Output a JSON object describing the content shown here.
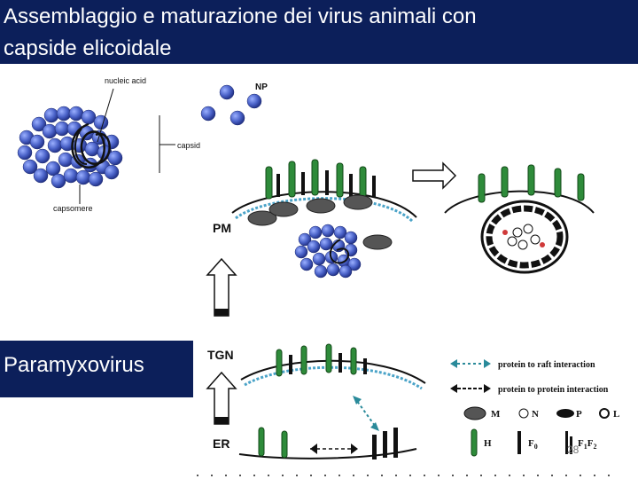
{
  "slide": {
    "title_line1": "Assemblaggio  e maturazione dei virus animali con",
    "title_line2": "capside elicoidale",
    "side_label": "Paramyxovirus",
    "page_number": "28"
  },
  "figure": {
    "labels": {
      "nucleic_acid": "nucleic acid",
      "capsid": "capsid",
      "capsomere": "capsomere",
      "np": "NP",
      "pm": "PM",
      "tgn": "TGN",
      "er": "ER"
    },
    "legend": {
      "raft_interaction": "protein to raft interaction",
      "protein_interaction": "protein to protein interaction",
      "m": "M",
      "n": "N",
      "p": "P",
      "l": "L",
      "h": "H",
      "f0": "F",
      "f0_sub": "0",
      "f1f2": "F",
      "f1f2_sub": "1",
      "f1f2_mid": "F",
      "f1f2_sub2": "2"
    }
  },
  "colors": {
    "title_bg": "#0c1f5a",
    "capsomere": "#4a62c8",
    "spike": "#2e8b3a"
  }
}
